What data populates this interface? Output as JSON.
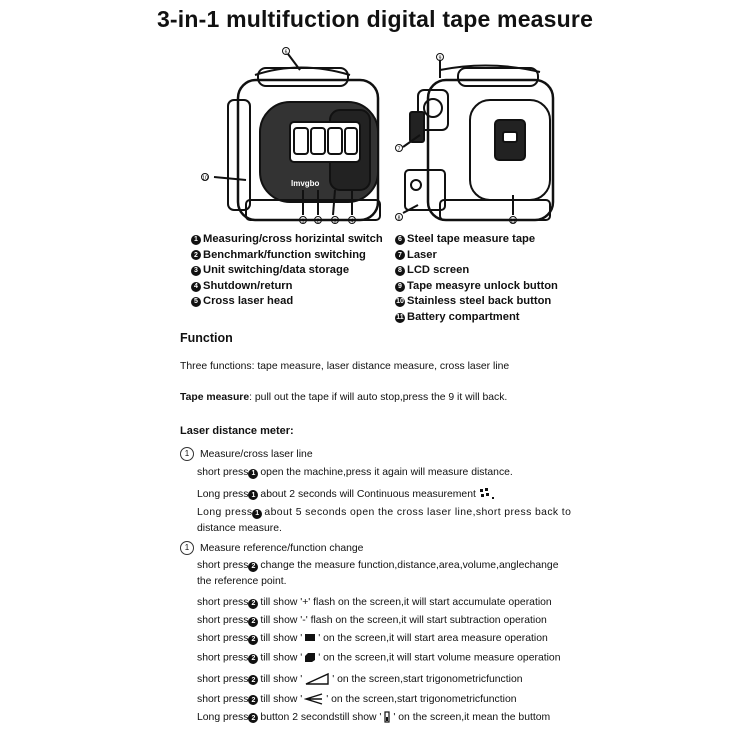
{
  "title": "3-in-1 multifuction digital tape measure",
  "legend_left": [
    {
      "num": "1",
      "label": "Measuring/cross horizintal switch"
    },
    {
      "num": "2",
      "label": "Benchmark/function switching"
    },
    {
      "num": "3",
      "label": "Unit switching/data storage"
    },
    {
      "num": "4",
      "label": "Shutdown/return"
    },
    {
      "num": "5",
      "label": "Cross laser head"
    }
  ],
  "legend_right": [
    {
      "num": "6",
      "label": "Steel tape measure tape"
    },
    {
      "num": "7",
      "label": "Laser"
    },
    {
      "num": "8",
      "label": "LCD screen"
    },
    {
      "num": "9",
      "label": "Tape measyre unlock button"
    },
    {
      "num": "10",
      "label": "Stainless steel back button"
    },
    {
      "num": "11",
      "label": "Battery compartment"
    }
  ],
  "function_heading": "Function",
  "three_functions": "Three functions: tape measure, laser distance measure, cross laser line",
  "tape_measure_label": "Tape measure",
  "tape_measure_text": ": pull out the tape if will auto stop,press the 9 it will back.",
  "laser_heading": "Laser distance meter:",
  "section1": {
    "marker": "1",
    "title": "Measure/cross laser line",
    "l1_a": "short press",
    "l1_num": "1",
    "l1_b": "open the machine,press it again will measure distance.",
    "l2_a": "Long press",
    "l2_num": "1",
    "l2_b": "about 2 seconds will Continuous measurement",
    "l3_a": "Long press",
    "l3_num": "1",
    "l3_b": "about 5 seconds open the cross laser line,short press back to",
    "l3_c": "distance measure."
  },
  "section2": {
    "marker": "1",
    "title": "Measure reference/function change",
    "l1_a": "short press",
    "l1_num": "2",
    "l1_b": "change the measure function,distance,area,volume,anglechange",
    "l1_c": "the reference point.",
    "l2_a": "short press",
    "l2_num": "2",
    "l2_b": "till show '+' flash on the screen,it will start accumulate operation",
    "l3_a": "short press",
    "l3_num": "2",
    "l3_b": "till show '-' flash on the screen,it will start subtraction operation",
    "l4_a": "short press",
    "l4_num": "2",
    "l4_b1": "till show '",
    "l4_b2": "' on the screen,it will start area measure operation",
    "l5_a": "short press",
    "l5_num": "2",
    "l5_b1": "till show '",
    "l5_b2": "' on the screen,it will start volume measure operation",
    "l6_a": "short press",
    "l6_num": "2",
    "l6_b1": "till show '",
    "l6_b2": "' on the screen,start trigonometricfunction",
    "l7_a": "short press",
    "l7_num": "2",
    "l7_b1": "till show '",
    "l7_b2": "' on the screen,start trigonometricfunction",
    "l8_a": "Long press",
    "l8_num": "2",
    "l8_b1": "button 2 secondstill show '",
    "l8_b2": "' on the screen,it mean the buttom"
  },
  "device_brand": "Imvgbo",
  "callouts": [
    "6",
    "1",
    "2",
    "3",
    "4",
    "5",
    "9",
    "7",
    "8",
    "10",
    "11"
  ]
}
